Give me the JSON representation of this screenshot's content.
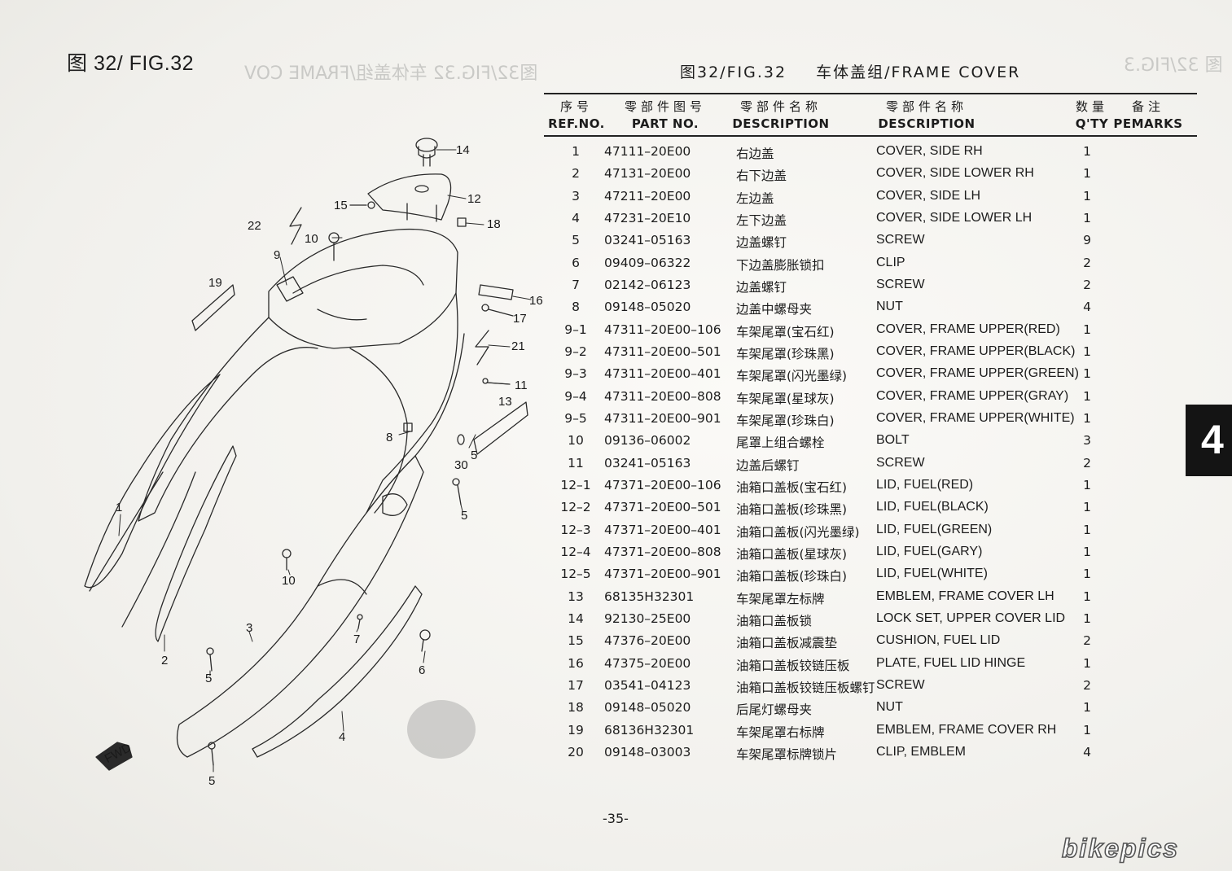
{
  "page": {
    "figure_title_left": "图 32/ FIG.32",
    "figure_title_right_cn": "图32/FIG.32",
    "figure_title_right_en": "车体盖组/FRAME COVER",
    "page_number": "-35-",
    "section_tab": "4",
    "watermark": "bikepics"
  },
  "table_headers": {
    "ref": {
      "cn": "序号",
      "en": "REF.NO."
    },
    "part": {
      "cn": "零部件图号",
      "en": "PART NO."
    },
    "desc_cn": {
      "cn": "零部件名称",
      "en": "DESCRIPTION"
    },
    "desc_en": {
      "cn": "零部件名称",
      "en": "DESCRIPTION"
    },
    "qty": {
      "cn": "数量",
      "en": "Q'TY"
    },
    "remarks": {
      "cn": "备注",
      "en": "PEMARKS"
    }
  },
  "rows": [
    {
      "ref": "1",
      "part": "47111–20E00",
      "cn": "右边盖",
      "en": "COVER, SIDE RH",
      "qty": "1"
    },
    {
      "ref": "2",
      "part": "47131–20E00",
      "cn": "右下边盖",
      "en": "COVER, SIDE LOWER RH",
      "qty": "1"
    },
    {
      "ref": "3",
      "part": "47211–20E00",
      "cn": "左边盖",
      "en": "COVER, SIDE LH",
      "qty": "1"
    },
    {
      "ref": "4",
      "part": "47231–20E10",
      "cn": "左下边盖",
      "en": "COVER, SIDE LOWER LH",
      "qty": "1"
    },
    {
      "ref": "5",
      "part": "03241–05163",
      "cn": "边盖螺钉",
      "en": "SCREW",
      "qty": "9"
    },
    {
      "ref": "6",
      "part": "09409–06322",
      "cn": "下边盖膨胀锁扣",
      "en": "CLIP",
      "qty": "2"
    },
    {
      "ref": "7",
      "part": "02142–06123",
      "cn": "边盖螺钉",
      "en": "SCREW",
      "qty": "2"
    },
    {
      "ref": "8",
      "part": "09148–05020",
      "cn": "边盖中螺母夹",
      "en": "NUT",
      "qty": "4"
    },
    {
      "ref": "9–1",
      "part": "47311–20E00–106",
      "cn": "车架尾罩(宝石红)",
      "en": "COVER, FRAME UPPER(RED)",
      "qty": "1"
    },
    {
      "ref": "9–2",
      "part": "47311–20E00–501",
      "cn": "车架尾罩(珍珠黑)",
      "en": "COVER, FRAME UPPER(BLACK)",
      "qty": "1"
    },
    {
      "ref": "9–3",
      "part": "47311–20E00–401",
      "cn": "车架尾罩(闪光墨绿)",
      "en": "COVER, FRAME UPPER(GREEN)",
      "qty": "1"
    },
    {
      "ref": "9–4",
      "part": "47311–20E00–808",
      "cn": "车架尾罩(星球灰)",
      "en": "COVER, FRAME UPPER(GRAY)",
      "qty": "1"
    },
    {
      "ref": "9–5",
      "part": "47311–20E00–901",
      "cn": "车架尾罩(珍珠白)",
      "en": "COVER, FRAME UPPER(WHITE)",
      "qty": "1"
    },
    {
      "ref": "10",
      "part": "09136–06002",
      "cn": "尾罩上组合螺栓",
      "en": "BOLT",
      "qty": "3"
    },
    {
      "ref": "11",
      "part": "03241–05163",
      "cn": "边盖后螺钉",
      "en": "SCREW",
      "qty": "2"
    },
    {
      "ref": "12–1",
      "part": "47371–20E00–106",
      "cn": "油箱口盖板(宝石红)",
      "en": "LID, FUEL(RED)",
      "qty": "1"
    },
    {
      "ref": "12–2",
      "part": "47371–20E00–501",
      "cn": "油箱口盖板(珍珠黑)",
      "en": "LID, FUEL(BLACK)",
      "qty": "1"
    },
    {
      "ref": "12–3",
      "part": "47371–20E00–401",
      "cn": "油箱口盖板(闪光墨绿)",
      "en": "LID, FUEL(GREEN)",
      "qty": "1"
    },
    {
      "ref": "12–4",
      "part": "47371–20E00–808",
      "cn": "油箱口盖板(星球灰)",
      "en": "LID, FUEL(GARY)",
      "qty": "1"
    },
    {
      "ref": "12–5",
      "part": "47371–20E00–901",
      "cn": "油箱口盖板(珍珠白)",
      "en": "LID, FUEL(WHITE)",
      "qty": "1"
    },
    {
      "ref": "13",
      "part": "68135H32301",
      "cn": "车架尾罩左标牌",
      "en": "EMBLEM, FRAME COVER LH",
      "qty": "1"
    },
    {
      "ref": "14",
      "part": "92130–25E00",
      "cn": "油箱口盖板锁",
      "en": "LOCK SET, UPPER COVER LID",
      "qty": "1"
    },
    {
      "ref": "15",
      "part": "47376–20E00",
      "cn": "油箱口盖板减震垫",
      "en": "CUSHION, FUEL LID",
      "qty": "2"
    },
    {
      "ref": "16",
      "part": "47375–20E00",
      "cn": "油箱口盖板铰链压板",
      "en": "PLATE, FUEL LID HINGE",
      "qty": "1"
    },
    {
      "ref": "17",
      "part": "03541–04123",
      "cn": "油箱口盖板铰链压板螺钉",
      "en": "SCREW",
      "qty": "2"
    },
    {
      "ref": "18",
      "part": "09148–05020",
      "cn": "后尾灯螺母夹",
      "en": "NUT",
      "qty": "1"
    },
    {
      "ref": "19",
      "part": "68136H32301",
      "cn": "车架尾罩右标牌",
      "en": "EMBLEM, FRAME COVER RH",
      "qty": "1"
    },
    {
      "ref": "20",
      "part": "09148–03003",
      "cn": "车架尾罩标牌锁片",
      "en": "CLIP, EMBLEM",
      "qty": "4"
    }
  ],
  "diagram": {
    "callouts": [
      "14",
      "12",
      "15",
      "18",
      "22",
      "10",
      "9",
      "19",
      "16",
      "17",
      "21",
      "11",
      "13",
      "8",
      "5",
      "30",
      "1",
      "10",
      "5",
      "7",
      "3",
      "2",
      "5",
      "6",
      "4",
      "5"
    ],
    "fwd_label": "FWD"
  }
}
